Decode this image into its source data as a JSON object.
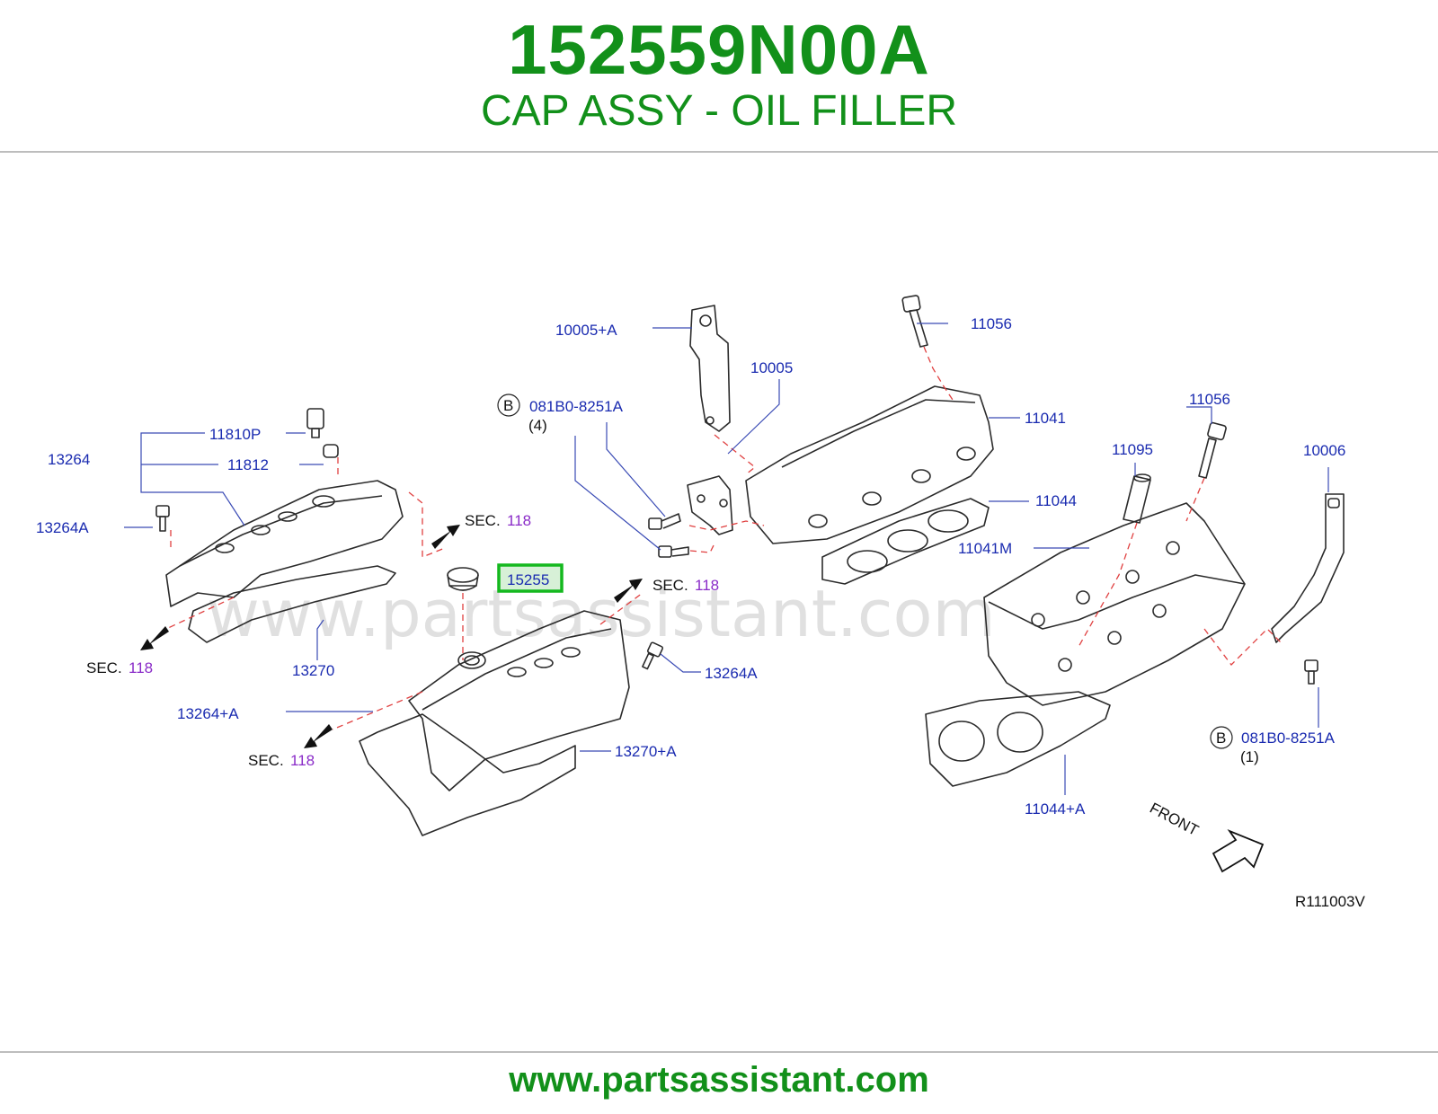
{
  "header": {
    "part_number": "152559N00A",
    "part_name": "CAP ASSY - OIL FILLER"
  },
  "diagram": {
    "watermark": "www.partsassistant.com",
    "highlight_color": "#14b81e",
    "labels": {
      "l10005a": "10005+A",
      "l11056a": "11056",
      "l10005": "10005",
      "l081b0a": "081B0-8251A",
      "l081b0a_qty": "(4)",
      "l11041": "11041",
      "l11056b": "11056",
      "l11810p": "11810P",
      "l13264": "13264",
      "l11812": "11812",
      "l13264a": "13264A",
      "l11095": "11095",
      "l10006": "10006",
      "l11044": "11044",
      "l11041m": "11041M",
      "l15255": "15255",
      "l13270": "13270",
      "l13264a_b": "13264A",
      "l13264pa": "13264+A",
      "l13270pa": "13270+A",
      "l081b0b": "081B0-8251A",
      "l081b0b_qty": "(1)",
      "l11044pa": "11044+A",
      "front": "FRONT",
      "code": "R111003V",
      "b1": "B",
      "b2": "B",
      "sec1": "SEC.",
      "sec1n": "118",
      "sec2": "SEC.",
      "sec2n": "118",
      "sec3": "SEC.",
      "sec3n": "118",
      "sec4": "SEC.",
      "sec4n": "118"
    }
  },
  "footer": {
    "url": "www.partsassistant.com"
  }
}
